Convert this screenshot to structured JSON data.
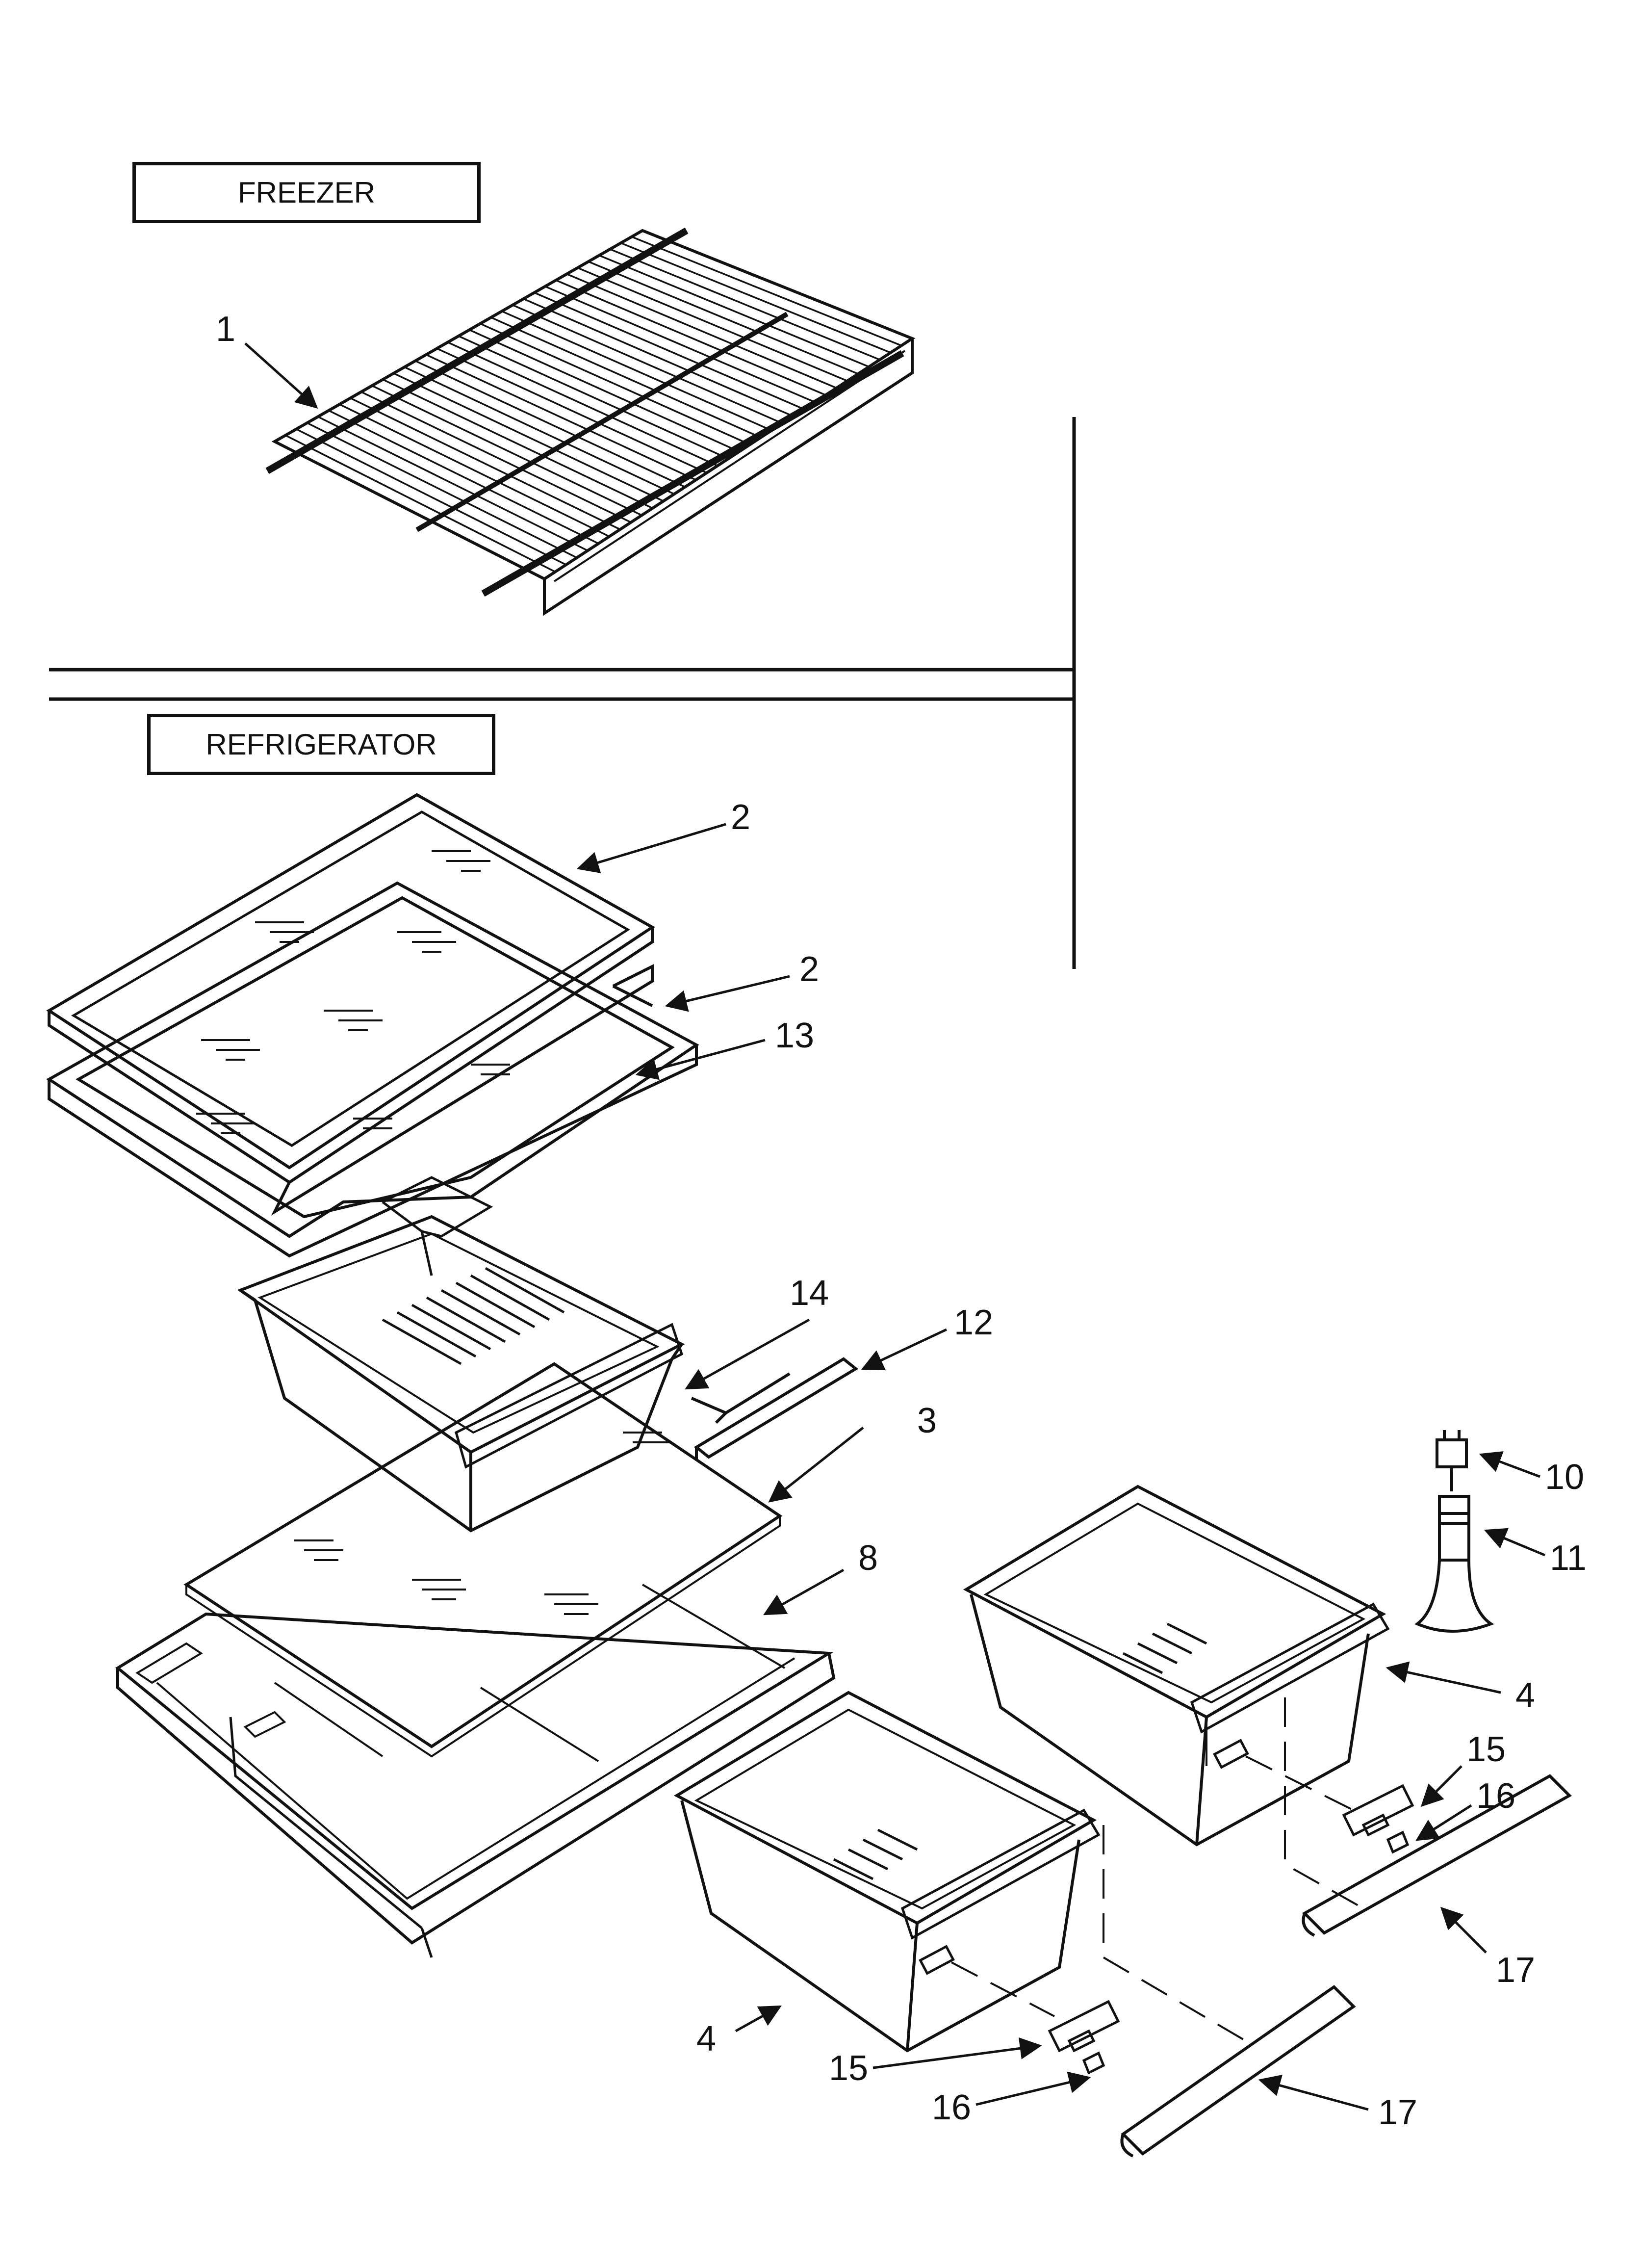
{
  "sections": {
    "freezer": "FREEZER",
    "refrigerator": "REFRIGERATOR"
  },
  "callouts": {
    "c1": "1",
    "c2a": "2",
    "c2b": "2",
    "c13": "13",
    "c14": "14",
    "c12": "12",
    "c3": "3",
    "c8": "8",
    "c10": "10",
    "c11": "11",
    "c4a": "4",
    "c4b": "4",
    "c15a": "15",
    "c16a": "16",
    "c17a": "17",
    "c15b": "15",
    "c16b": "16",
    "c17b": "17"
  }
}
